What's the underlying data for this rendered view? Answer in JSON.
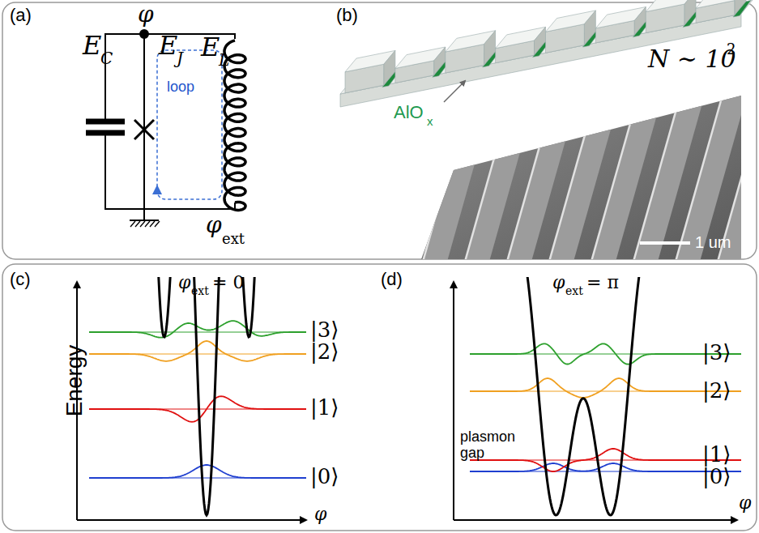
{
  "diagram": {
    "labels": [
      "(a)",
      "E",
      "C",
      "φ",
      "E",
      "J",
      "E",
      "L",
      "loop",
      "φ",
      "ext",
      "(b)",
      "AlO",
      "x",
      "N ∼ 10",
      "2",
      "1 um",
      "(c)",
      "Energy",
      "φ",
      "ext",
      "= 0",
      "|3⟩",
      "|2⟩",
      "|1⟩",
      "|0⟩",
      "φ",
      "(d)",
      "φ",
      "ext",
      "= π",
      "plasmon gap",
      "|3⟩",
      "|2⟩",
      "|1⟩",
      "|0⟩",
      "φ"
    ]
  }
}
